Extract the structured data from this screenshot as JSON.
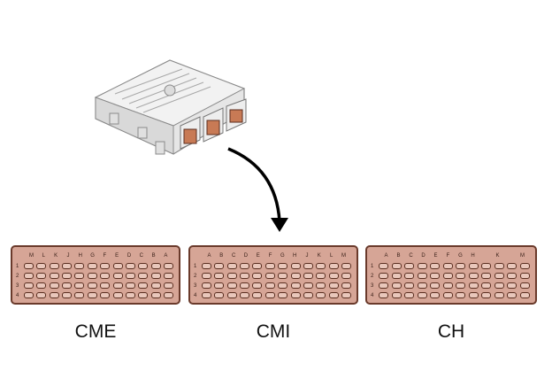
{
  "connectors": [
    {
      "name": "CME",
      "letters": [
        "M",
        "L",
        "K",
        "J",
        "H",
        "G",
        "F",
        "E",
        "D",
        "C",
        "B",
        "A"
      ],
      "rows": [
        "1",
        "2",
        "3",
        "4"
      ]
    },
    {
      "name": "CMI",
      "letters": [
        "A",
        "B",
        "C",
        "D",
        "E",
        "F",
        "G",
        "H",
        "J",
        "K",
        "L",
        "M"
      ],
      "rows": [
        "1",
        "2",
        "3",
        "4"
      ]
    },
    {
      "name": "CH",
      "letters": [
        "A",
        "B",
        "C",
        "D",
        "E",
        "F",
        "G",
        "H",
        "",
        "K",
        "",
        "M"
      ],
      "rows": [
        "1",
        "2",
        "3",
        "4"
      ]
    }
  ],
  "colors": {
    "connector_fill": "#d6a596",
    "connector_border": "#6a3a2b",
    "ecu_plug": "#c87a55",
    "arrow": "#000000"
  },
  "icons": {
    "ecu": "engine-control-unit-icon",
    "arrow": "curved-arrow-down-icon"
  }
}
